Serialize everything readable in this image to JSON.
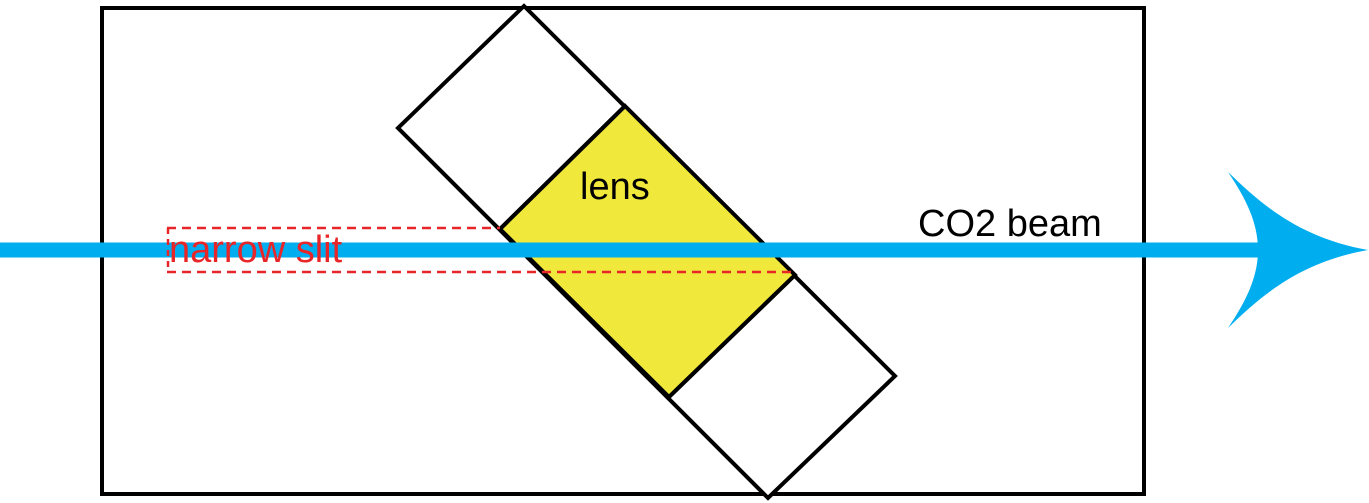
{
  "labels": {
    "lens": "lens",
    "beam": "CO2 beam",
    "slit": "narrow slit"
  },
  "colors": {
    "outline": "#000000",
    "lens_fill": "#f0e83a",
    "holder_fill": "#ffffff",
    "beam": "#00aeef",
    "slit": "#e8262a"
  }
}
